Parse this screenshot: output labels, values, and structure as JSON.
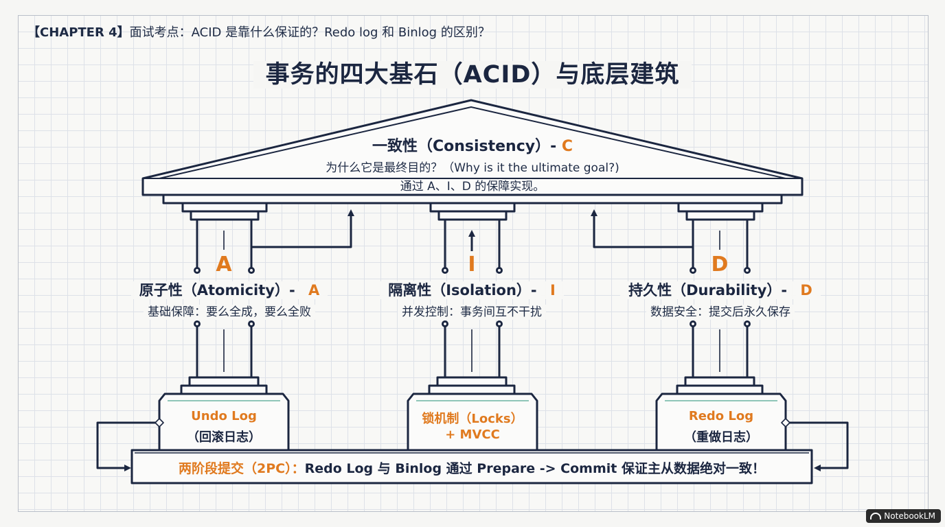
{
  "header": {
    "chapter_label": "【CHAPTER 4】",
    "question": "面试考点：ACID 是靠什么保证的？Redo log 和 Binlog 的区别？"
  },
  "title": "事务的四大基石（ACID）与底层建筑",
  "roof": {
    "title": "一致性（Consistency）-",
    "letter": "C",
    "subtitle": "为什么它是最终目的？（Why is it the ultimate goal?)",
    "note": "通过 A、I、D 的保障实现。"
  },
  "pillars": [
    {
      "letter": "A",
      "title": "原子性（Atomicity）-",
      "title_letter": "A",
      "desc": "基础保障：要么全成，要么全败",
      "base_main": "Undo Log",
      "base_sub": "（回滚日志）"
    },
    {
      "letter": "I",
      "title": "隔离性（Isolation）-",
      "title_letter": "I",
      "desc": "并发控制：事务间互不干扰",
      "base_main": "锁机制（Locks）",
      "base_sub": "+ MVCC"
    },
    {
      "letter": "D",
      "title": "持久性（Durability）-",
      "title_letter": "D",
      "desc": "数据安全：提交后永久保存",
      "base_main": "Redo Log",
      "base_sub": "（重做日志）"
    }
  ],
  "foundation": {
    "prefix": "两阶段提交（2PC）：",
    "text": "Redo Log 与 Binlog 通过 Prepare -> Commit 保证主从数据绝对一致！"
  },
  "watermark": "NotebookLM",
  "colors": {
    "navy": "#1b2640",
    "accent": "#e07a1f",
    "grid": "#dde1e8",
    "base_top": "#8fc6b8"
  }
}
